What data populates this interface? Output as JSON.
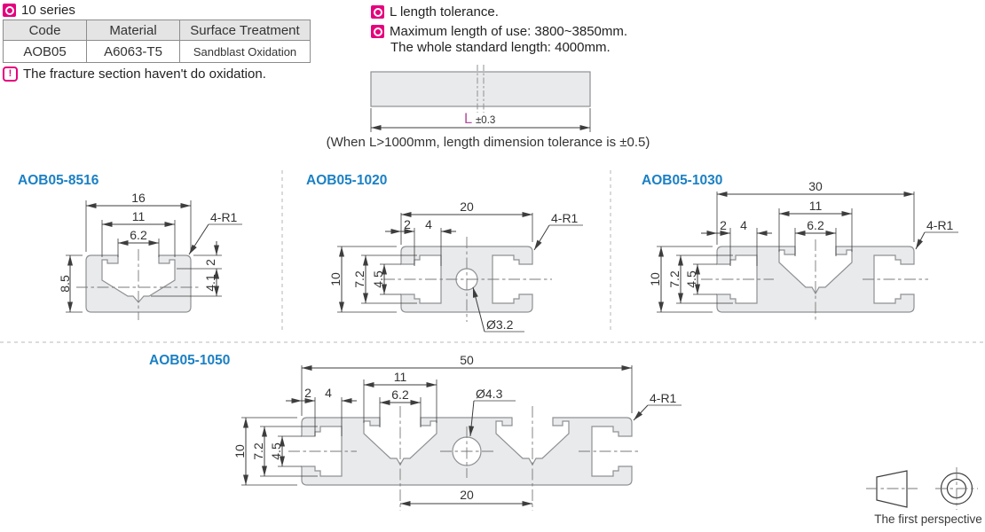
{
  "header": {
    "series_label": "10 series",
    "note_icon": "!",
    "note": "The fracture section haven't do oxidation."
  },
  "table": {
    "headers": [
      "Code",
      "Material",
      "Surface Treatment"
    ],
    "row": [
      "AOB05",
      "A6063-T5",
      "Sandblast Oxidation"
    ]
  },
  "tolerance": {
    "item1": "L length tolerance.",
    "item2_line1": "Maximum length of use: 3800~3850mm.",
    "item2_line2": "The whole standard length: 4000mm.",
    "bar_label_l": "L",
    "bar_label_tol": "±0.3",
    "caption": "(When L>1000mm, length dimension tolerance is ±0.5)"
  },
  "sections": {
    "s8516": {
      "title": "AOB05-8516",
      "dim_w16": "16",
      "dim_w11": "11",
      "dim_w62": "6.2",
      "dim_r": "4-R1",
      "dim_h85": "8.5",
      "dim_d2": "2",
      "dim_d41": "4.1"
    },
    "s1020": {
      "title": "AOB05-1020",
      "dim_w20": "20",
      "dim_d2": "2",
      "dim_d4": "4",
      "dim_h10": "10",
      "dim_h72": "7.2",
      "dim_h45": "4.5",
      "dim_hole": "Ø3.2",
      "dim_r": "4-R1"
    },
    "s1030": {
      "title": "AOB05-1030",
      "dim_w30": "30",
      "dim_w11": "11",
      "dim_w62": "6.2",
      "dim_d2": "2",
      "dim_d4": "4",
      "dim_h10": "10",
      "dim_h72": "7.2",
      "dim_h45": "4.5",
      "dim_r": "4-R1"
    },
    "s1050": {
      "title": "AOB05-1050",
      "dim_w50": "50",
      "dim_w11": "11",
      "dim_w62": "6.2",
      "dim_d2": "2",
      "dim_d4": "4",
      "dim_hole": "Ø4.3",
      "dim_r": "4-R1",
      "dim_h10": "10",
      "dim_h72": "7.2",
      "dim_h45": "4.5",
      "dim_c20": "20"
    }
  },
  "footer": {
    "perspective_label": "The first perspective"
  },
  "colors": {
    "accent_pink": "#e5007d",
    "accent_blue": "#1b80c4",
    "code_magenta": "#b4509e",
    "profile_fill": "#e9eaeb",
    "line": "#3d3d3d"
  }
}
